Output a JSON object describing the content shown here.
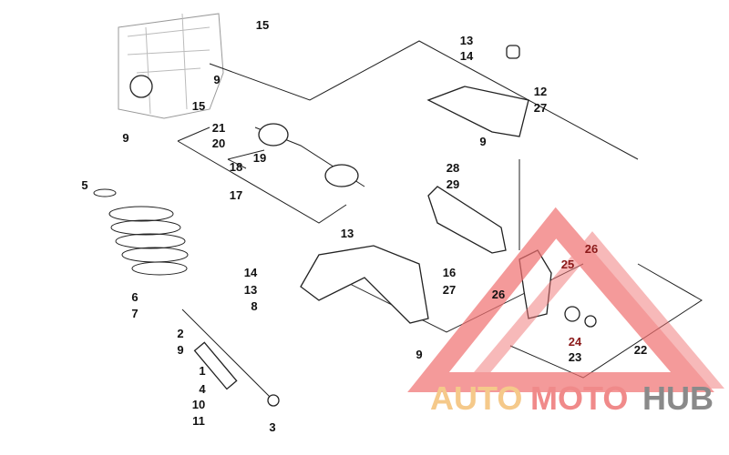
{
  "diagram": {
    "title": "Rear suspension exploded parts diagram",
    "callouts": [
      "15",
      "13",
      "14",
      "9",
      "15",
      "12",
      "27",
      "21",
      "20",
      "9",
      "9",
      "19",
      "18",
      "28",
      "29",
      "17",
      "5",
      "13",
      "26",
      "25",
      "14",
      "16",
      "13",
      "27",
      "8",
      "6",
      "26",
      "7",
      "2",
      "9",
      "24",
      "22",
      "23",
      "9",
      "1",
      "4",
      "10",
      "3",
      "11"
    ]
  },
  "watermark": {
    "text_auto": "AUTO",
    "text_moto": "MOTO",
    "text_hub": "HUB",
    "colors": {
      "auto": "#f5c98a",
      "moto": "#f08a8a",
      "hub": "#8a8a8a",
      "triangle": "#f07070"
    }
  }
}
